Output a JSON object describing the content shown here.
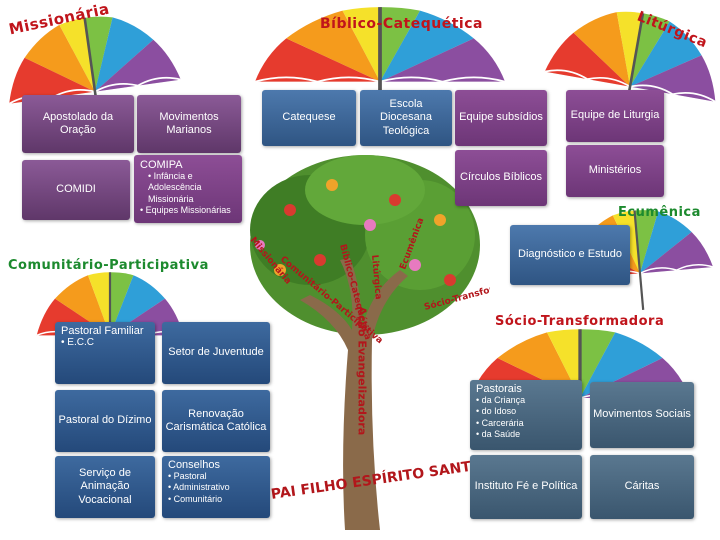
{
  "titles": {
    "missionaria": "Missionária",
    "biblica": "Bíblico-Catequética",
    "liturgica": "Litúrgica",
    "ecumenica": "Ecumênica",
    "comunitaria": "Comunitário-Participativa",
    "socio": "Sócio-Transformadora"
  },
  "boxes": {
    "apostolado": "Apostolado da Oração",
    "movimentos_marianos": "Movimentos Marianos",
    "comidi": "COMIDI",
    "comipa": {
      "title": "COMIPA",
      "items": [
        "Infância e Adolescência Missionária",
        "Equipes Missionárias"
      ]
    },
    "catequese": "Catequese",
    "escola": "Escola Diocesana Teológica",
    "equipe_subsidios": "Equipe subsídios",
    "equipe_liturgia": "Equipe de Liturgia",
    "circulos": "Círculos Bíblicos",
    "ministerios": "Ministérios",
    "diagnostico": "Diagnóstico e Estudo",
    "pastoral_familiar": {
      "title": "Pastoral Familiar",
      "items": [
        "E.C.C"
      ]
    },
    "setor_juventude": "Setor de Juventude",
    "pastoral_dizimo": "Pastoral do Dízimo",
    "renovacao": "Renovação Carismática Católica",
    "servico": "Serviço de Animação Vocacional",
    "conselhos": {
      "title": "Conselhos",
      "items": [
        "Pastoral",
        "Administrativo",
        "Comunitário"
      ]
    },
    "pastorais": {
      "title": "Pastorais",
      "items": [
        "da Criança",
        "do Idoso",
        "Carcerária",
        "da Saúde"
      ]
    },
    "movimentos_sociais": "Movimentos Sociais",
    "instituto": "Instituto Fé e Política",
    "caritas": "Cáritas"
  },
  "tree": {
    "trunk": "Ação Evangelizadora",
    "roots": "PAI  FILHO  ESPÍRITO SANTO",
    "branches": [
      "Comunitário-Participativa",
      "Bíblico-Catequética",
      "Litúrgica",
      "Ecumênica",
      "Sócio-Transformadora",
      "Missionária"
    ]
  },
  "colors": {
    "title_red": "#c0141b",
    "title_green": "#1c8a2e",
    "box_plum": "#6f4479",
    "box_blue": "#2f5583"
  }
}
